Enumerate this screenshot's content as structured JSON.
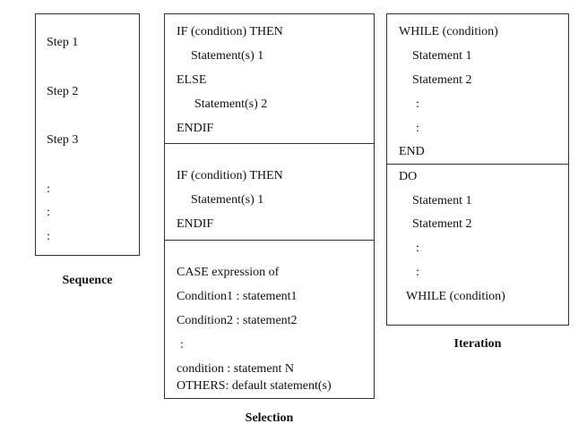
{
  "sequence": {
    "caption": "Sequence",
    "lines": [
      "Step 1",
      "Step 2",
      "Step 3",
      ":",
      ":",
      ":"
    ]
  },
  "selection": {
    "caption": "Selection",
    "if_then_else": [
      "IF (condition) THEN",
      "Statement(s) 1",
      "ELSE",
      "Statement(s) 2",
      "ENDIF"
    ],
    "if_then": [
      "IF (condition) THEN",
      "Statement(s) 1",
      "ENDIF"
    ],
    "case": [
      "CASE expression of",
      "Condition1 : statement1",
      "Condition2 : statement2",
      ":",
      "condition : statement N",
      "OTHERS: default statement(s)"
    ]
  },
  "iteration": {
    "caption": "Iteration",
    "while": [
      "WHILE (condition)",
      "Statement 1",
      "Statement 2",
      ":",
      ":",
      "END"
    ],
    "do_while": [
      "DO",
      "Statement 1",
      "Statement 2",
      ":",
      ":",
      "WHILE (condition)"
    ]
  }
}
